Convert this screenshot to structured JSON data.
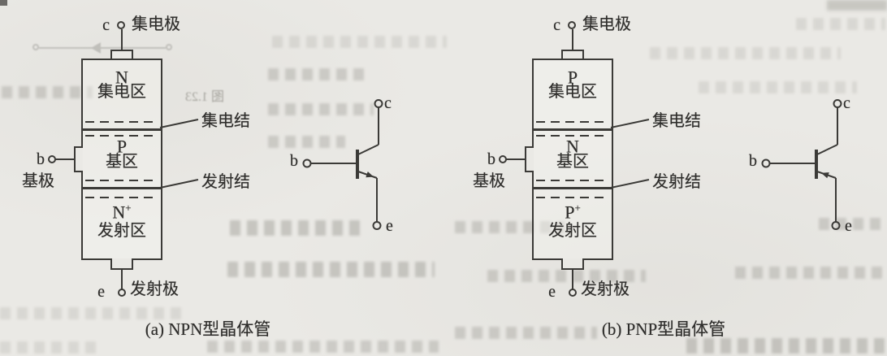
{
  "figure": {
    "panels": [
      {
        "caption": "(a) NPN型晶体管",
        "collector_terminal": {
          "letter": "c",
          "label": "集电极"
        },
        "base_terminal": {
          "letter": "b",
          "label": "基极"
        },
        "emitter_terminal": {
          "letter": "e",
          "label": "发射极"
        },
        "regions": [
          {
            "doping": "N",
            "sup": "",
            "name": "集电区"
          },
          {
            "doping": "P",
            "sup": "",
            "name": "基区"
          },
          {
            "doping": "N",
            "sup": "+",
            "name": "发射区"
          }
        ],
        "junctions": [
          {
            "label": "集电结"
          },
          {
            "label": "发射结"
          }
        ]
      },
      {
        "caption": "(b) PNP型晶体管",
        "collector_terminal": {
          "letter": "c",
          "label": "集电极"
        },
        "base_terminal": {
          "letter": "b",
          "label": "基极"
        },
        "emitter_terminal": {
          "letter": "e",
          "label": "发射极"
        },
        "regions": [
          {
            "doping": "P",
            "sup": "",
            "name": "集电区"
          },
          {
            "doping": "N",
            "sup": "",
            "name": "基区"
          },
          {
            "doping": "P",
            "sup": "+",
            "name": "发射区"
          }
        ],
        "junctions": [
          {
            "label": "集电结"
          },
          {
            "label": "发射结"
          }
        ]
      }
    ]
  },
  "artifacts": {
    "bleed_figure_ref": "图 1.23"
  },
  "colors": {
    "paper": "#eae9e5",
    "ink": "#3b3a37",
    "bleed": "#8f8d86"
  }
}
